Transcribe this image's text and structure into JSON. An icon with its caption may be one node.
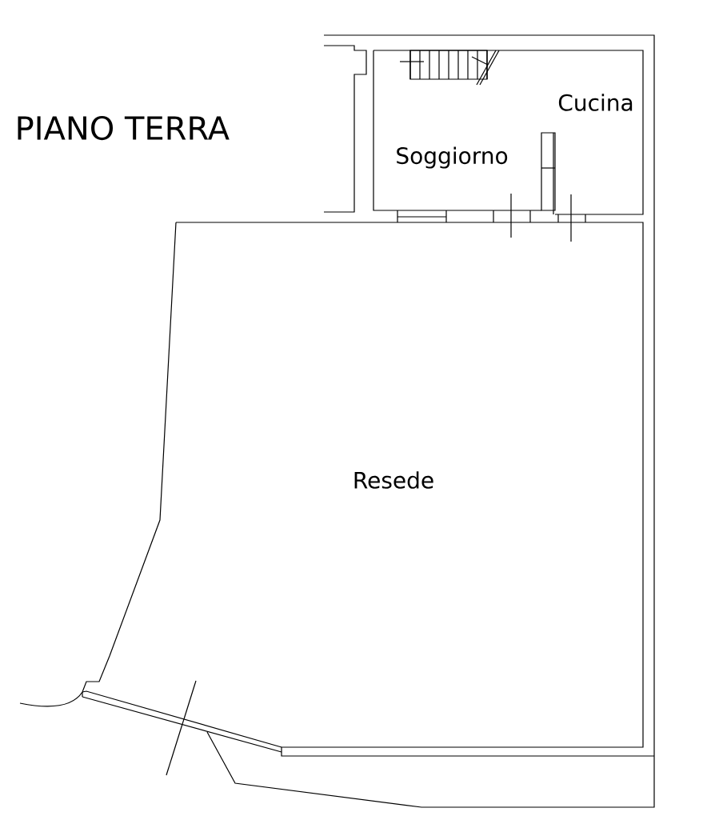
{
  "diagram": {
    "title": "PIANO TERRA",
    "labels": [
      "Cucina",
      "Soggiorno",
      "Resede"
    ]
  }
}
